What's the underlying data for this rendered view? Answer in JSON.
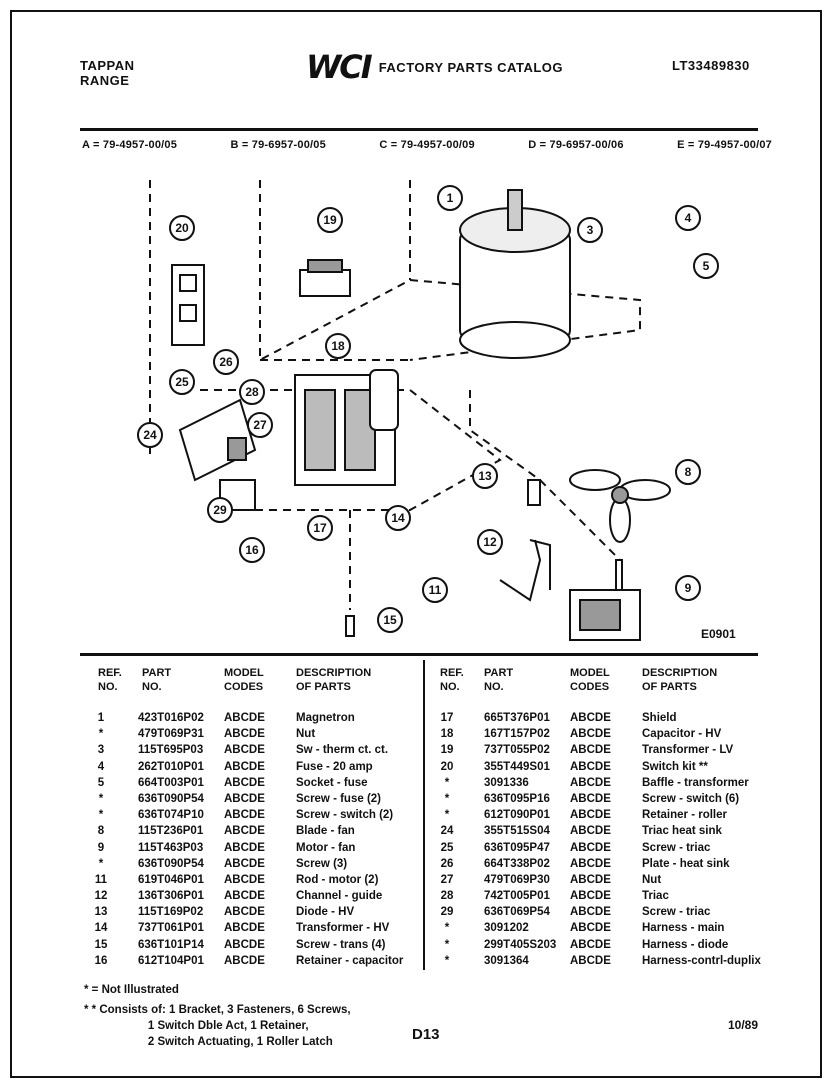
{
  "header": {
    "brand": "TAPPAN",
    "product": "RANGE",
    "logo_text": "WCI",
    "catalog_title": "FACTORY PARTS CATALOG",
    "model_number": "LT33489830"
  },
  "model_codes": [
    "A = 79-4957-00/05",
    "B = 79-6957-00/05",
    "C = 79-4957-00/09",
    "D = 79-6957-00/06",
    "E = 79-4957-00/07"
  ],
  "diagram": {
    "id": "E0901",
    "callouts": [
      "1",
      "3",
      "4",
      "5",
      "8",
      "9",
      "11",
      "12",
      "13",
      "14",
      "15",
      "16",
      "17",
      "18",
      "19",
      "20",
      "24",
      "25",
      "26",
      "27",
      "28",
      "29"
    ]
  },
  "table": {
    "headers": {
      "ref": "REF.\nNO.",
      "part": "PART\nNO.",
      "model": "MODEL\nCODES",
      "desc": "DESCRIPTION\nOF PARTS"
    },
    "left_rows": [
      {
        "ref": "1",
        "part": "423T016P02",
        "model": "ABCDE",
        "desc": "Magnetron"
      },
      {
        "ref": "*",
        "part": "479T069P31",
        "model": "ABCDE",
        "desc": "Nut"
      },
      {
        "ref": "3",
        "part": "115T695P03",
        "model": "ABCDE",
        "desc": "Sw - therm ct. ct."
      },
      {
        "ref": "4",
        "part": "262T010P01",
        "model": "ABCDE",
        "desc": "Fuse - 20 amp"
      },
      {
        "ref": "5",
        "part": "664T003P01",
        "model": "ABCDE",
        "desc": "Socket - fuse"
      },
      {
        "ref": "*",
        "part": "636T090P54",
        "model": "ABCDE",
        "desc": "Screw - fuse (2)"
      },
      {
        "ref": "*",
        "part": "636T074P10",
        "model": "ABCDE",
        "desc": "Screw - switch (2)"
      },
      {
        "ref": "8",
        "part": "115T236P01",
        "model": "ABCDE",
        "desc": "Blade - fan"
      },
      {
        "ref": "9",
        "part": "115T463P03",
        "model": "ABCDE",
        "desc": "Motor - fan"
      },
      {
        "ref": "*",
        "part": "636T090P54",
        "model": "ABCDE",
        "desc": "Screw (3)"
      },
      {
        "ref": "11",
        "part": "619T046P01",
        "model": "ABCDE",
        "desc": "Rod - motor (2)"
      },
      {
        "ref": "12",
        "part": "136T306P01",
        "model": "ABCDE",
        "desc": "Channel - guide"
      },
      {
        "ref": "13",
        "part": "115T169P02",
        "model": "ABCDE",
        "desc": "Diode - HV"
      },
      {
        "ref": "14",
        "part": "737T061P01",
        "model": "ABCDE",
        "desc": "Transformer - HV"
      },
      {
        "ref": "15",
        "part": "636T101P14",
        "model": "ABCDE",
        "desc": "Screw - trans (4)"
      },
      {
        "ref": "16",
        "part": "612T104P01",
        "model": "ABCDE",
        "desc": "Retainer - capacitor"
      }
    ],
    "right_rows": [
      {
        "ref": "17",
        "part": "665T376P01",
        "model": "ABCDE",
        "desc": "Shield"
      },
      {
        "ref": "18",
        "part": "167T157P02",
        "model": "ABCDE",
        "desc": "Capacitor - HV"
      },
      {
        "ref": "19",
        "part": "737T055P02",
        "model": "ABCDE",
        "desc": "Transformer - LV"
      },
      {
        "ref": "20",
        "part": "355T449S01",
        "model": "ABCDE",
        "desc": "Switch kit **"
      },
      {
        "ref": "*",
        "part": "3091336",
        "model": "ABCDE",
        "desc": "Baffle - transformer"
      },
      {
        "ref": "*",
        "part": "636T095P16",
        "model": "ABCDE",
        "desc": "Screw - switch (6)"
      },
      {
        "ref": "*",
        "part": "612T090P01",
        "model": "ABCDE",
        "desc": "Retainer - roller"
      },
      {
        "ref": "24",
        "part": "355T515S04",
        "model": "ABCDE",
        "desc": "Triac heat sink"
      },
      {
        "ref": "25",
        "part": "636T095P47",
        "model": "ABCDE",
        "desc": "Screw - triac"
      },
      {
        "ref": "26",
        "part": "664T338P02",
        "model": "ABCDE",
        "desc": "Plate - heat sink"
      },
      {
        "ref": "27",
        "part": "479T069P30",
        "model": "ABCDE",
        "desc": "Nut"
      },
      {
        "ref": "28",
        "part": "742T005P01",
        "model": "ABCDE",
        "desc": "Triac"
      },
      {
        "ref": "29",
        "part": "636T069P54",
        "model": "ABCDE",
        "desc": "Screw - triac"
      },
      {
        "ref": "*",
        "part": "3091202",
        "model": "ABCDE",
        "desc": "Harness - main"
      },
      {
        "ref": "*",
        "part": "299T405S203",
        "model": "ABCDE",
        "desc": "Harness - diode"
      },
      {
        "ref": "*",
        "part": "3091364",
        "model": "ABCDE",
        "desc": "Harness-contrl-duplix"
      }
    ]
  },
  "footnotes": {
    "not_illustrated": "* = Not Illustrated",
    "consists_of": "* * Consists of: 1 Bracket, 3 Fasteners, 6 Screws,\n                    1 Switch Dble Act, 1 Retainer,\n                    2 Switch Actuating, 1 Roller Latch"
  },
  "page_number": "D13",
  "date": "10/89"
}
